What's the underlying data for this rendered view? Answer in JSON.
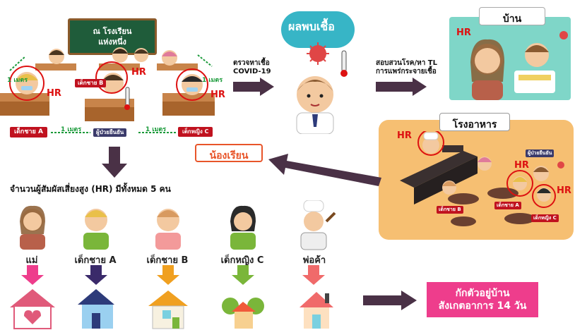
{
  "classroom": {
    "board_line1": "ณ โรงเรียน",
    "board_line2": "แห่งหนึ่ง",
    "hr": "HR",
    "meter": "1 เมตร",
    "student_a": "เด็กชาย A",
    "student_b": "เด็กชาย B",
    "student_c": "เด็กหญิง C",
    "student_mid": "ผู้ป่วยยืนยัน"
  },
  "flow": {
    "check_line1": "ตรวจหาเชื้อ",
    "check_line2": "COVID-19",
    "result": "ผลพบเชื้อ",
    "investigate_line1": "สอบสวนโรค/หา TL",
    "investigate_line2": "การแพร่กระจายเชื้อ"
  },
  "home": {
    "label": "บ้าน",
    "hr": "HR"
  },
  "canteen": {
    "label": "โรงอาหาร",
    "hr": "HR",
    "patient": "ผู้ป่วยยืนยัน",
    "student_a": "เด็กชาย A",
    "student_b": "เด็กชาย B",
    "student_c": "เด็กหญิง C"
  },
  "classmates": "น้องเรียน",
  "summary": "จำนวนผู้สัมผัสเสี่ยงสูง (HR) มีทั้งหมด 5 คน",
  "people": [
    "แม่",
    "เด็กชาย A",
    "เด็กชาย B",
    "เด็กหญิง C",
    "พ่อค้า"
  ],
  "quarantine_line1": "กักตัวอยู่บ้าน",
  "quarantine_line2": "สังเกตอาการ 14 วัน",
  "colors": {
    "arrow": "#4a3146",
    "pink": "#ee3d8c",
    "hr": "#dd1111",
    "teal": "#7fd6c8",
    "canteen": "#f6bf72"
  }
}
